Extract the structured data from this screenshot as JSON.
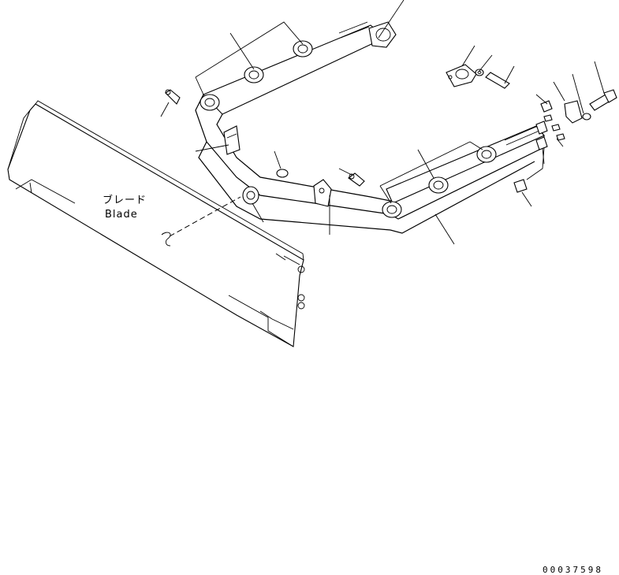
{
  "blade_label": {
    "jp": "ブレード",
    "en": "Blade"
  },
  "drawing_code": "00037598"
}
